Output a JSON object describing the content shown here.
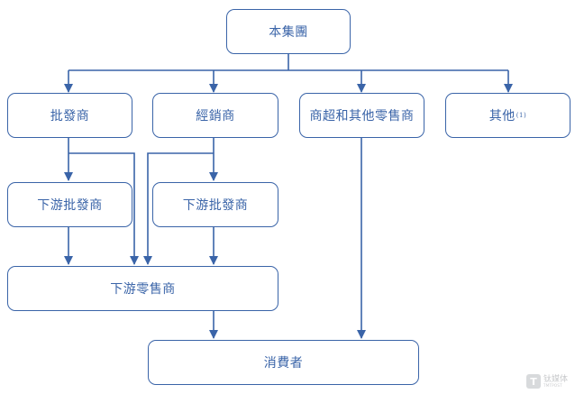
{
  "diagram": {
    "nodes": {
      "group": "本集團",
      "wholesaler": "批發商",
      "distributor": "經銷商",
      "supermarket": "商超和其他零售商",
      "other": "其他",
      "other_note": "(1)",
      "downstream_wholesaler_1": "下游批發商",
      "downstream_wholesaler_2": "下游批發商",
      "downstream_retailer": "下游零售商",
      "consumer": "消費者"
    },
    "colors": {
      "line": "#3a64a8",
      "text": "#3a64a8",
      "background": "#ffffff"
    }
  },
  "watermark": {
    "mark": "T",
    "name": "钛媒体",
    "sub": "TMTPOST"
  }
}
